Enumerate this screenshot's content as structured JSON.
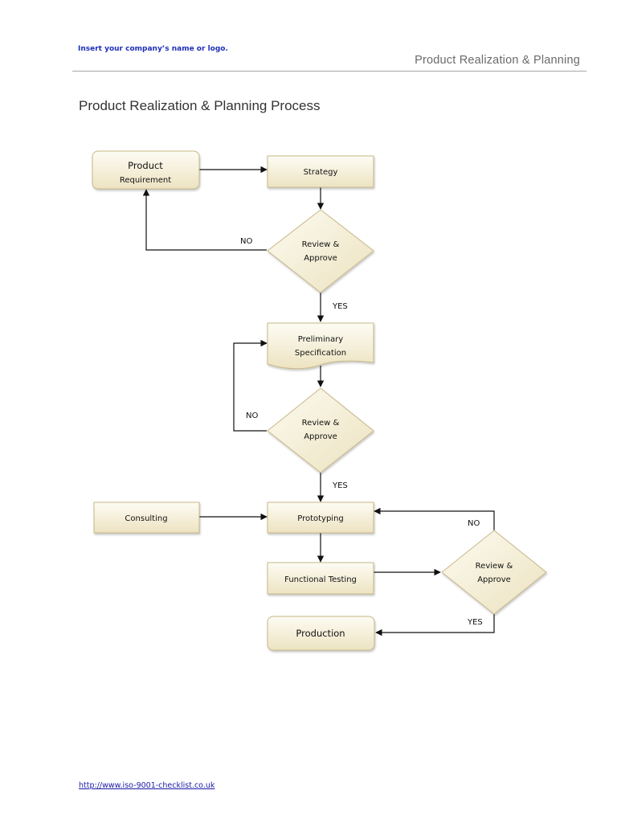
{
  "header": {
    "company_placeholder": "Insert your company’s name or logo.",
    "title": "Product Realization & Planning"
  },
  "page_title": "Product Realization & Planning Process",
  "footer": {
    "link": "http://www.iso-9001-checklist.co.uk"
  },
  "flowchart": {
    "nodes": {
      "product_requirement": [
        "Product",
        "Requirement"
      ],
      "strategy": [
        "Strategy"
      ],
      "review_1": [
        "Review &",
        "Approve"
      ],
      "preliminary_spec": [
        "Preliminary",
        "Specification"
      ],
      "review_2": [
        "Review &",
        "Approve"
      ],
      "consulting": [
        "Consulting"
      ],
      "prototyping": [
        "Prototyping"
      ],
      "functional_testing": [
        "Functional Testing"
      ],
      "review_3": [
        "Review &",
        "Approve"
      ],
      "production": [
        "Production"
      ]
    },
    "labels": {
      "no_1": "NO",
      "yes_1": "YES",
      "no_2": "NO",
      "yes_2": "YES",
      "no_3": "NO",
      "yes_3": "YES"
    }
  },
  "colors": {
    "box_fill_top": "#fdfcf4",
    "box_fill_bottom": "#ede3c1",
    "box_stroke": "#c8b888",
    "link_blue": "#1a1aa8",
    "company_blue": "#1f2fb8"
  }
}
